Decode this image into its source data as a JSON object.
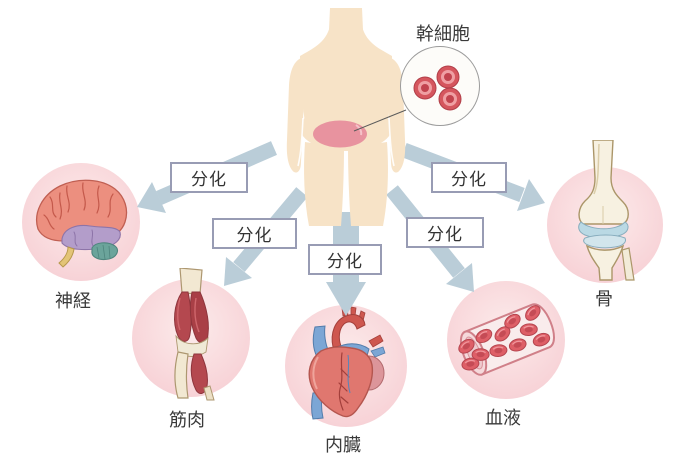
{
  "diagram": {
    "stem_cell": {
      "label": "幹細胞",
      "cell_count": 3
    },
    "arrows": [
      {
        "label": "分化",
        "to": "神経"
      },
      {
        "label": "分化",
        "to": "筋肉"
      },
      {
        "label": "分化",
        "to": "内臓"
      },
      {
        "label": "分化",
        "to": "血液"
      },
      {
        "label": "分化",
        "to": "骨"
      }
    ],
    "organs": [
      {
        "id": "nerve",
        "label": "神経"
      },
      {
        "id": "muscle",
        "label": "筋肉"
      },
      {
        "id": "viscera",
        "label": "内臓"
      },
      {
        "id": "blood",
        "label": "血液"
      },
      {
        "id": "bone",
        "label": "骨"
      }
    ],
    "colors": {
      "circle_pink": "#f8d4d8",
      "arrow_blue": "#bacdd8",
      "box_border": "#989cb4",
      "skin": "#f7e3c7",
      "abdomen_pink": "#e8939f",
      "stem_cell_red": "#d5565e",
      "text": "#3a3a3a"
    }
  }
}
